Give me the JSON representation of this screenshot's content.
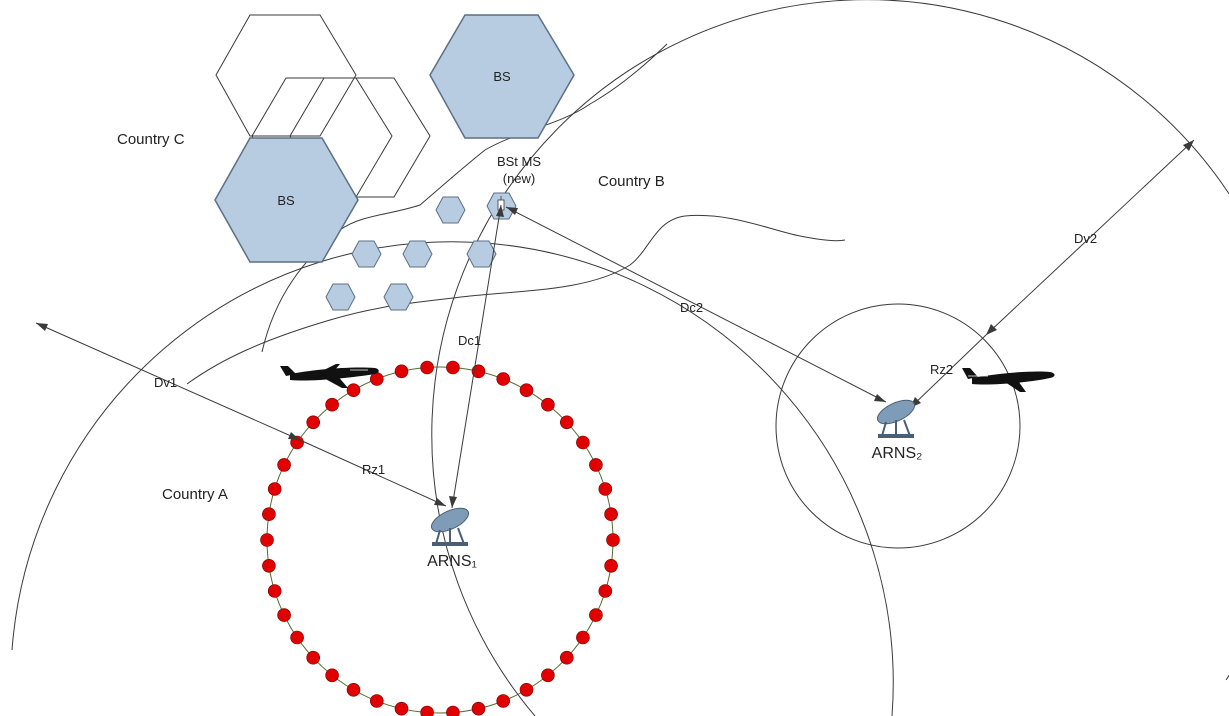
{
  "colors": {
    "line": "#3a3a3a",
    "hex_fill": "#b7cce1",
    "hex_stroke": "#5b6f85",
    "dot_fill": "#e00000",
    "dot_stroke": "#7a0000",
    "dish": "#7e9bb8"
  },
  "labels": {
    "country_a": "Country A",
    "country_b": "Country B",
    "country_c": "Country C",
    "bs_top": "BS",
    "bs_left": "BS",
    "bst_ms": "BSt MS",
    "bst_ms_new": "(new)",
    "arns1": "ARNS₁",
    "arns2": "ARNS₂",
    "dc1": "Dc1",
    "dc2": "Dc2",
    "dv1": "Dv1",
    "dv2": "Dv2",
    "rz1": "Rz1",
    "rz2": "Rz2"
  },
  "icons": [
    "airplane-icon",
    "radar-dish-icon",
    "base-station-hexagon",
    "small-cell-hexagon",
    "mobile-station-icon"
  ],
  "red_dot_ring_count": 42
}
